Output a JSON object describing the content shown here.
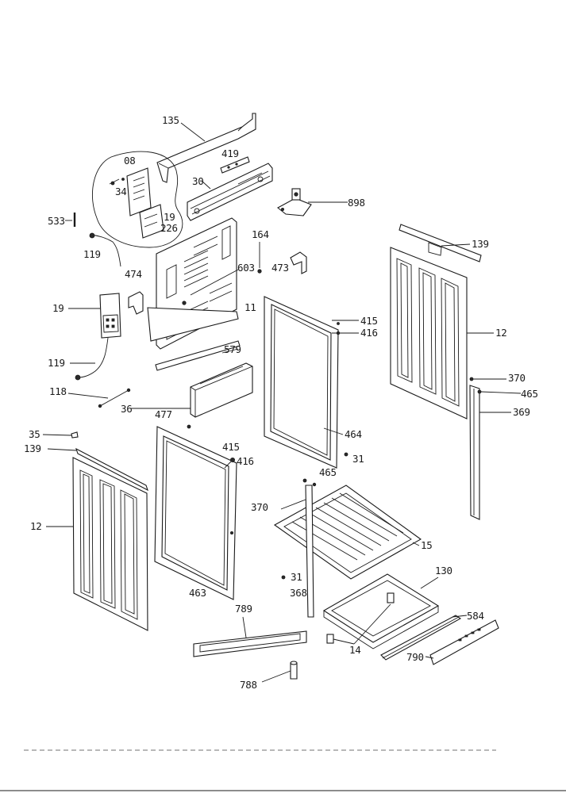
{
  "labels": [
    {
      "id": "p135",
      "text": "135"
    },
    {
      "id": "p419",
      "text": "419"
    },
    {
      "id": "p08",
      "text": "08"
    },
    {
      "id": "p34",
      "text": "34"
    },
    {
      "id": "p30",
      "text": "30"
    },
    {
      "id": "p898",
      "text": "898"
    },
    {
      "id": "p533",
      "text": "533"
    },
    {
      "id": "p19a",
      "text": "19"
    },
    {
      "id": "p226",
      "text": "226"
    },
    {
      "id": "p119a",
      "text": "119"
    },
    {
      "id": "p164",
      "text": "164"
    },
    {
      "id": "p139a",
      "text": "139"
    },
    {
      "id": "p474",
      "text": "474"
    },
    {
      "id": "p603",
      "text": "603"
    },
    {
      "id": "p473",
      "text": "473"
    },
    {
      "id": "p19b",
      "text": "19"
    },
    {
      "id": "p11",
      "text": "11"
    },
    {
      "id": "p415a",
      "text": "415"
    },
    {
      "id": "p416a",
      "text": "416"
    },
    {
      "id": "p12a",
      "text": "12"
    },
    {
      "id": "p579",
      "text": "579"
    },
    {
      "id": "p119b",
      "text": "119"
    },
    {
      "id": "p370a",
      "text": "370"
    },
    {
      "id": "p118",
      "text": "118"
    },
    {
      "id": "p465a",
      "text": "465"
    },
    {
      "id": "p36",
      "text": "36"
    },
    {
      "id": "p369",
      "text": "369"
    },
    {
      "id": "p477",
      "text": "477"
    },
    {
      "id": "p35",
      "text": "35"
    },
    {
      "id": "p464",
      "text": "464"
    },
    {
      "id": "p139b",
      "text": "139"
    },
    {
      "id": "p415b",
      "text": "415"
    },
    {
      "id": "p416b",
      "text": "416"
    },
    {
      "id": "p31a",
      "text": "31"
    },
    {
      "id": "p465b",
      "text": "465"
    },
    {
      "id": "p370b",
      "text": "370"
    },
    {
      "id": "p12b",
      "text": "12"
    },
    {
      "id": "p15",
      "text": "15"
    },
    {
      "id": "p31b",
      "text": "31"
    },
    {
      "id": "p130",
      "text": "130"
    },
    {
      "id": "p463",
      "text": "463"
    },
    {
      "id": "p368",
      "text": "368"
    },
    {
      "id": "p789",
      "text": "789"
    },
    {
      "id": "p584",
      "text": "584"
    },
    {
      "id": "p14",
      "text": "14"
    },
    {
      "id": "p790",
      "text": "790"
    },
    {
      "id": "p788",
      "text": "788"
    }
  ]
}
